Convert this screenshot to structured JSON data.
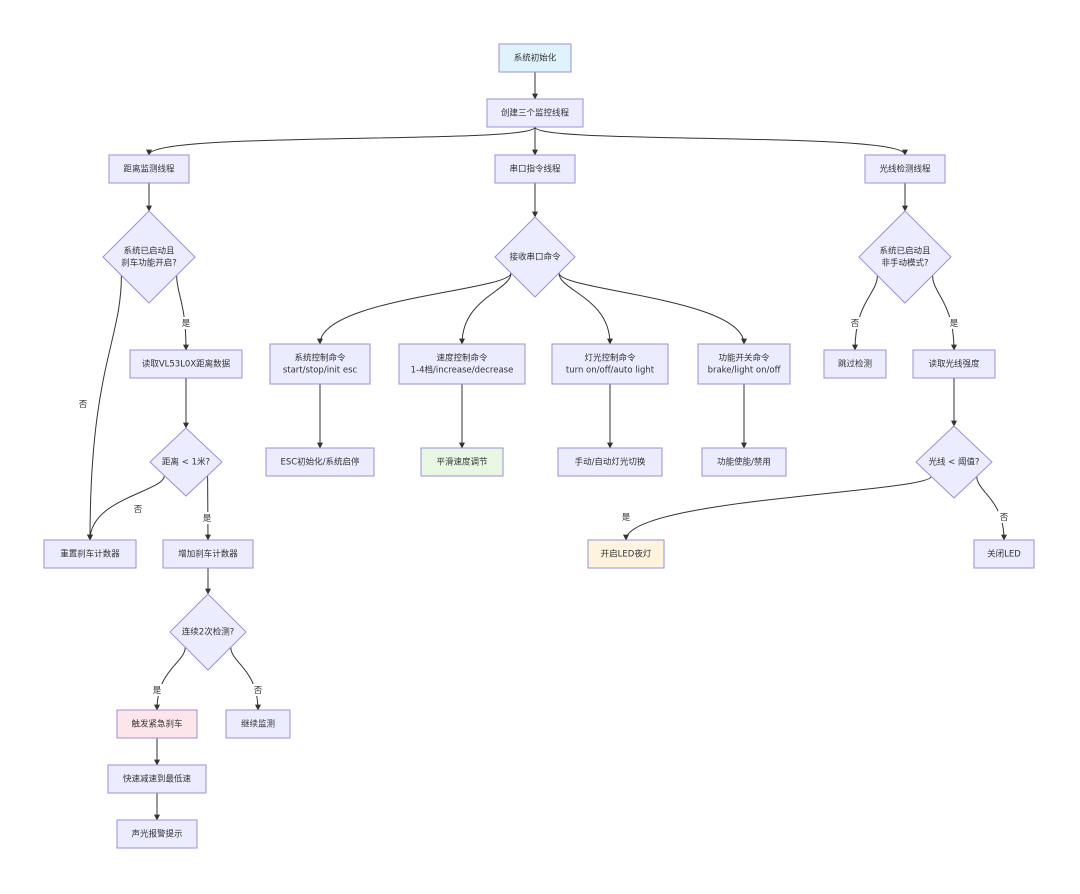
{
  "colors": {
    "node_fill": "#ececff",
    "node_border": "#9f8fd6",
    "start_fill": "#dff3fc",
    "smooth_fill": "#e8f6e4",
    "emergency_fill": "#fde6ea",
    "led_on_fill": "#fdf3df",
    "edge": "#333333"
  },
  "nodes": {
    "init": {
      "label": [
        "系统初始化"
      ]
    },
    "create": {
      "label": [
        "创建三个监控线程"
      ]
    },
    "dist_thread": {
      "label": [
        "距离监测线程"
      ]
    },
    "serial_thread": {
      "label": [
        "串口指令线程"
      ]
    },
    "light_thread": {
      "label": [
        "光线检测线程"
      ]
    },
    "dist_check": {
      "label": [
        "系统已启动且",
        "刹车功能开启?"
      ]
    },
    "serial_recv": {
      "label": [
        "接收串口命令"
      ]
    },
    "light_check": {
      "label": [
        "系统已启动且",
        "非手动模式?"
      ]
    },
    "read_vl": {
      "label": [
        "读取VL53L0X距离数据"
      ]
    },
    "cmd_sys": {
      "label": [
        "系统控制命令",
        "start/stop/init esc"
      ]
    },
    "cmd_speed": {
      "label": [
        "速度控制命令",
        "1-4档/increase/decrease"
      ]
    },
    "cmd_light": {
      "label": [
        "灯光控制命令",
        "turn on/off/auto light"
      ]
    },
    "cmd_func": {
      "label": [
        "功能开关命令",
        "brake/light on/off"
      ]
    },
    "skip": {
      "label": [
        "跳过检测"
      ]
    },
    "read_light": {
      "label": [
        "读取光线强度"
      ]
    },
    "dist_lt": {
      "label": [
        "距离 < 1米?"
      ]
    },
    "esc_init": {
      "label": [
        "ESC初始化/系统启停"
      ]
    },
    "smooth": {
      "label": [
        "平滑速度调节"
      ]
    },
    "light_switch": {
      "label": [
        "手动/自动灯光切换"
      ]
    },
    "func_enable": {
      "label": [
        "功能使能/禁用"
      ]
    },
    "light_lt": {
      "label": [
        "光线 < 阈值?"
      ]
    },
    "reset_count": {
      "label": [
        "重置刹车计数器"
      ]
    },
    "inc_count": {
      "label": [
        "增加刹车计数器"
      ]
    },
    "led_on": {
      "label": [
        "开启LED夜灯"
      ]
    },
    "led_off": {
      "label": [
        "关闭LED"
      ]
    },
    "consec": {
      "label": [
        "连续2次检测?"
      ]
    },
    "emergency": {
      "label": [
        "触发紧急刹车"
      ]
    },
    "continue": {
      "label": [
        "继续监测"
      ]
    },
    "decel": {
      "label": [
        "快速减速到最低速"
      ]
    },
    "alarm": {
      "label": [
        "声光报警提示"
      ]
    }
  },
  "edges": [
    {
      "from": "init",
      "to": "create"
    },
    {
      "from": "create",
      "to": "dist_thread"
    },
    {
      "from": "create",
      "to": "serial_thread"
    },
    {
      "from": "create",
      "to": "light_thread"
    },
    {
      "from": "dist_thread",
      "to": "dist_check"
    },
    {
      "from": "dist_check",
      "to": "read_vl",
      "label": "是"
    },
    {
      "from": "dist_check",
      "to": "reset_count",
      "label": "否"
    },
    {
      "from": "read_vl",
      "to": "dist_lt"
    },
    {
      "from": "dist_lt",
      "to": "reset_count",
      "label": "否"
    },
    {
      "from": "dist_lt",
      "to": "inc_count",
      "label": "是"
    },
    {
      "from": "inc_count",
      "to": "consec"
    },
    {
      "from": "consec",
      "to": "emergency",
      "label": "是"
    },
    {
      "from": "consec",
      "to": "continue",
      "label": "否"
    },
    {
      "from": "emergency",
      "to": "decel"
    },
    {
      "from": "decel",
      "to": "alarm"
    },
    {
      "from": "serial_thread",
      "to": "serial_recv"
    },
    {
      "from": "serial_recv",
      "to": "cmd_sys"
    },
    {
      "from": "serial_recv",
      "to": "cmd_speed"
    },
    {
      "from": "serial_recv",
      "to": "cmd_light"
    },
    {
      "from": "serial_recv",
      "to": "cmd_func"
    },
    {
      "from": "cmd_sys",
      "to": "esc_init"
    },
    {
      "from": "cmd_speed",
      "to": "smooth"
    },
    {
      "from": "cmd_light",
      "to": "light_switch"
    },
    {
      "from": "cmd_func",
      "to": "func_enable"
    },
    {
      "from": "light_thread",
      "to": "light_check"
    },
    {
      "from": "light_check",
      "to": "skip",
      "label": "否"
    },
    {
      "from": "light_check",
      "to": "read_light",
      "label": "是"
    },
    {
      "from": "read_light",
      "to": "light_lt"
    },
    {
      "from": "light_lt",
      "to": "led_on",
      "label": "是"
    },
    {
      "from": "light_lt",
      "to": "led_off",
      "label": "否"
    }
  ]
}
